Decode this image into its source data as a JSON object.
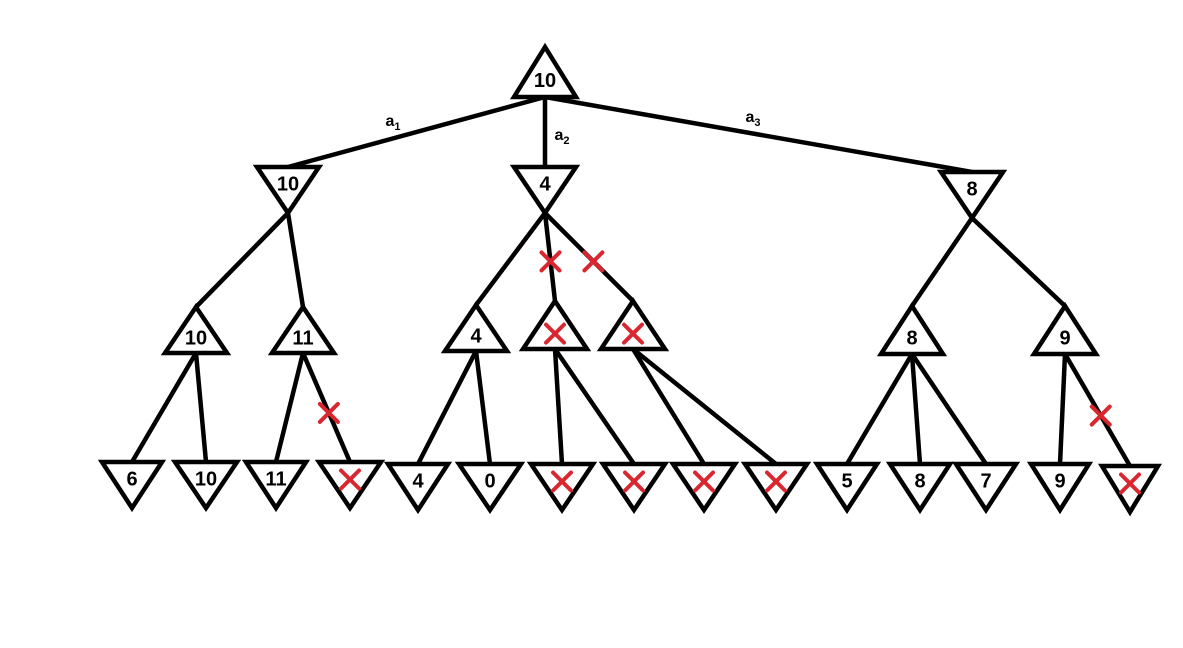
{
  "colors": {
    "line": "#000000",
    "prune_mark": "#d9262f",
    "background": "#ffffff"
  },
  "edge_labels": [
    {
      "id": "a1",
      "base": "a",
      "sub": "1"
    },
    {
      "id": "a2",
      "base": "a",
      "sub": "2"
    },
    {
      "id": "a3",
      "base": "a",
      "sub": "3"
    }
  ],
  "nodes": {
    "root": {
      "kind": "max",
      "value": "10"
    },
    "n1": {
      "kind": "min",
      "value": "10"
    },
    "n2": {
      "kind": "min",
      "value": "4"
    },
    "n3": {
      "kind": "min",
      "value": "8"
    },
    "n11": {
      "kind": "max",
      "value": "10"
    },
    "n12": {
      "kind": "max",
      "value": "11"
    },
    "n21": {
      "kind": "max",
      "value": "4"
    },
    "n22": {
      "kind": "max",
      "value": "",
      "pruned": true
    },
    "n23": {
      "kind": "max",
      "value": "",
      "pruned": true
    },
    "n31": {
      "kind": "max",
      "value": "8"
    },
    "n32": {
      "kind": "max",
      "value": "9"
    },
    "l1": {
      "kind": "min",
      "value": "6"
    },
    "l2": {
      "kind": "min",
      "value": "10"
    },
    "l3": {
      "kind": "min",
      "value": "11"
    },
    "l4": {
      "kind": "min",
      "value": "",
      "pruned": true
    },
    "l5": {
      "kind": "min",
      "value": "4"
    },
    "l6": {
      "kind": "min",
      "value": "0"
    },
    "l7": {
      "kind": "min",
      "value": "",
      "pruned": true
    },
    "l8": {
      "kind": "min",
      "value": "",
      "pruned": true
    },
    "l9": {
      "kind": "min",
      "value": "",
      "pruned": true
    },
    "l10": {
      "kind": "min",
      "value": "",
      "pruned": true
    },
    "l11": {
      "kind": "min",
      "value": "5"
    },
    "l12": {
      "kind": "min",
      "value": "8"
    },
    "l13": {
      "kind": "min",
      "value": "7"
    },
    "l14": {
      "kind": "min",
      "value": "9"
    },
    "l15": {
      "kind": "min",
      "value": "",
      "pruned": true
    }
  },
  "edges": [
    {
      "from": "root",
      "to": "n1",
      "label": "a1"
    },
    {
      "from": "root",
      "to": "n2",
      "label": "a2"
    },
    {
      "from": "root",
      "to": "n3",
      "label": "a3"
    },
    {
      "from": "n1",
      "to": "n11"
    },
    {
      "from": "n1",
      "to": "n12"
    },
    {
      "from": "n2",
      "to": "n21"
    },
    {
      "from": "n2",
      "to": "n22",
      "pruned": true
    },
    {
      "from": "n2",
      "to": "n23",
      "pruned": true
    },
    {
      "from": "n3",
      "to": "n31"
    },
    {
      "from": "n3",
      "to": "n32"
    },
    {
      "from": "n11",
      "to": "l1"
    },
    {
      "from": "n11",
      "to": "l2"
    },
    {
      "from": "n12",
      "to": "l3"
    },
    {
      "from": "n12",
      "to": "l4",
      "pruned": true
    },
    {
      "from": "n21",
      "to": "l5"
    },
    {
      "from": "n21",
      "to": "l6"
    },
    {
      "from": "n22",
      "to": "l7"
    },
    {
      "from": "n22",
      "to": "l8"
    },
    {
      "from": "n23",
      "to": "l9"
    },
    {
      "from": "n23",
      "to": "l10"
    },
    {
      "from": "n31",
      "to": "l11"
    },
    {
      "from": "n31",
      "to": "l12"
    },
    {
      "from": "n31",
      "to": "l13"
    },
    {
      "from": "n32",
      "to": "l14"
    },
    {
      "from": "n32",
      "to": "l15",
      "pruned": true
    }
  ]
}
